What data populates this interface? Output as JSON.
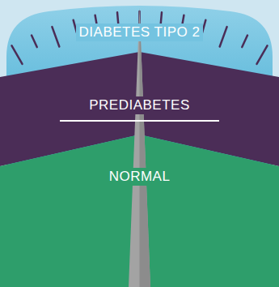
{
  "diagram": {
    "nodes": [
      {
        "text": [
          "DIABETES TIPO 2"
        ]
      },
      {
        "text": [
          "PREDIABETES"
        ]
      },
      {
        "text": [
          "NORMAL"
        ]
      }
    ]
  }
}
